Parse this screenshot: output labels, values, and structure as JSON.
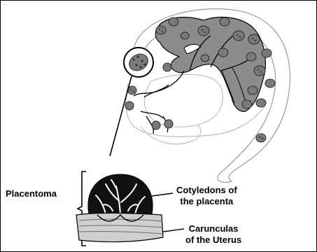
{
  "labels": {
    "placentoma": "Placentoma",
    "cotyledons_line1": "Cotyledons of",
    "cotyledons_line2": "the placenta",
    "caruncles_line1": "Carunculas",
    "caruncles_line2": "of the Uterus"
  },
  "colors": {
    "outline": "#000000",
    "fetus_fill": "#8c8c8c",
    "cotyledon_fill": "#7a7a7a",
    "cotyledon_dot": "#3a3a3a",
    "uterus_outline": "#9a9a9a",
    "placentoma_fill": "#111111",
    "tissue_fill": "#cfcfcf"
  }
}
